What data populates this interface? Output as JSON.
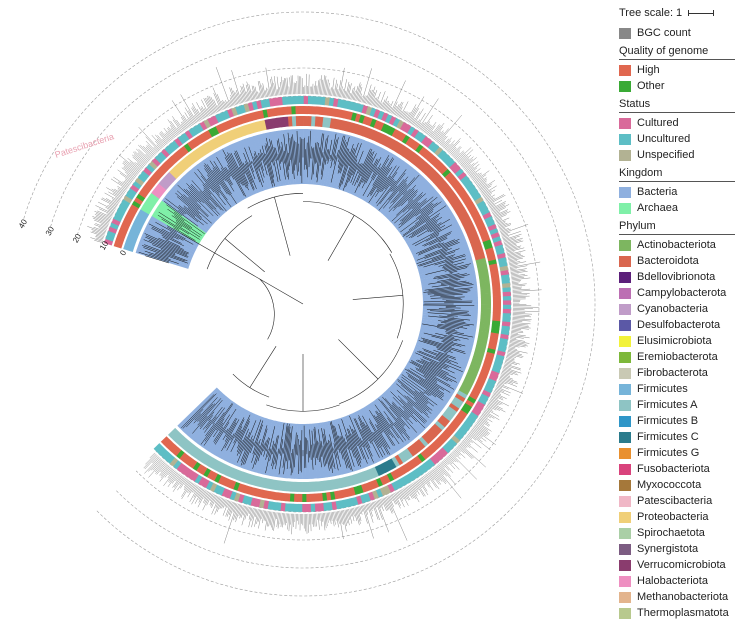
{
  "tree_scale": {
    "label": "Tree scale: 1"
  },
  "axis_ticks": [
    "0",
    "10",
    "20",
    "30",
    "40"
  ],
  "annotation": {
    "label": "Patescibacteria",
    "color": "#e8a0b0"
  },
  "colors": {
    "bgc": "#888888",
    "bacteria": "#8fb0df",
    "archaea": "#7ff0a8",
    "high": "#e0674f",
    "other": "#3aaa35",
    "cultured": "#d96a9a",
    "uncultured": "#5dbec5",
    "unspecified": "#b2b293"
  },
  "legend": [
    {
      "title": "",
      "items": [
        {
          "label": "BGC count",
          "color": "#888888"
        }
      ]
    },
    {
      "title": "Quality of genome",
      "items": [
        {
          "label": "High",
          "color": "#e0674f"
        },
        {
          "label": "Other",
          "color": "#3aaa35"
        }
      ]
    },
    {
      "title": "Status",
      "items": [
        {
          "label": "Cultured",
          "color": "#d96a9a"
        },
        {
          "label": "Uncultured",
          "color": "#5dbec5"
        },
        {
          "label": "Unspecified",
          "color": "#b2b293"
        }
      ]
    },
    {
      "title": "Kingdom",
      "items": [
        {
          "label": "Bacteria",
          "color": "#8fb0df"
        },
        {
          "label": "Archaea",
          "color": "#7ff0a8"
        }
      ]
    },
    {
      "title": "Phylum",
      "items": [
        {
          "label": "Actinobacteriota",
          "color": "#7db660"
        },
        {
          "label": "Bacteroidota",
          "color": "#d9664f"
        },
        {
          "label": "Bdellovibrionota",
          "color": "#5c1f7a"
        },
        {
          "label": "Campylobacterota",
          "color": "#bc6fb3"
        },
        {
          "label": "Cyanobacteria",
          "color": "#c09cc8"
        },
        {
          "label": "Desulfobacterota",
          "color": "#5b58a6"
        },
        {
          "label": "Elusimicrobiota",
          "color": "#f2f23a"
        },
        {
          "label": "Eremiobacterota",
          "color": "#7db83a"
        },
        {
          "label": "Fibrobacterota",
          "color": "#c9c9b4"
        },
        {
          "label": "Firmicutes",
          "color": "#76b4d9"
        },
        {
          "label": "Firmicutes A",
          "color": "#8ec4c4"
        },
        {
          "label": "Firmicutes B",
          "color": "#2f96c8"
        },
        {
          "label": "Firmicutes C",
          "color": "#2a7b8c"
        },
        {
          "label": "Firmicutes G",
          "color": "#e9902f"
        },
        {
          "label": "Fusobacteriota",
          "color": "#d9437c"
        },
        {
          "label": "Myxococcota",
          "color": "#a5783a"
        },
        {
          "label": "Patescibacteria",
          "color": "#f0b7c6"
        },
        {
          "label": "Proteobacteria",
          "color": "#f0cf78"
        },
        {
          "label": "Spirochaetota",
          "color": "#aacfa6"
        },
        {
          "label": "Synergistota",
          "color": "#7c5c82"
        },
        {
          "label": "Verrucomicrobiota",
          "color": "#8a3c6e"
        },
        {
          "label": "Halobacteriota",
          "color": "#ee8fc1"
        },
        {
          "label": "Methanobacteriota",
          "color": "#e3b48d"
        },
        {
          "label": "Thermoplasmatota",
          "color": "#b8c98e"
        }
      ]
    }
  ],
  "phylum_sectors": [
    {
      "phylum": "Bacteroidota",
      "from": 10,
      "to": 75
    },
    {
      "phylum": "Actinobacteriota",
      "from": 75,
      "to": 118
    },
    {
      "phylum": "Firmicutes C",
      "from": 150,
      "to": 155
    },
    {
      "phylum": "Firmicutes A",
      "from": 155,
      "to": 270
    },
    {
      "phylum": "Firmicutes",
      "from": 270,
      "to": 300
    },
    {
      "phylum": "Archaea",
      "from": 300,
      "to": 305
    },
    {
      "phylum": "Halobacteriota",
      "from": 305,
      "to": 309
    },
    {
      "phylum": "Cyanobacteria",
      "from": 309,
      "to": 314
    },
    {
      "phylum": "Proteobacteria",
      "from": 314,
      "to": 348
    },
    {
      "phylum": "Verrucomicrobiota",
      "from": 348,
      "to": 355
    }
  ]
}
